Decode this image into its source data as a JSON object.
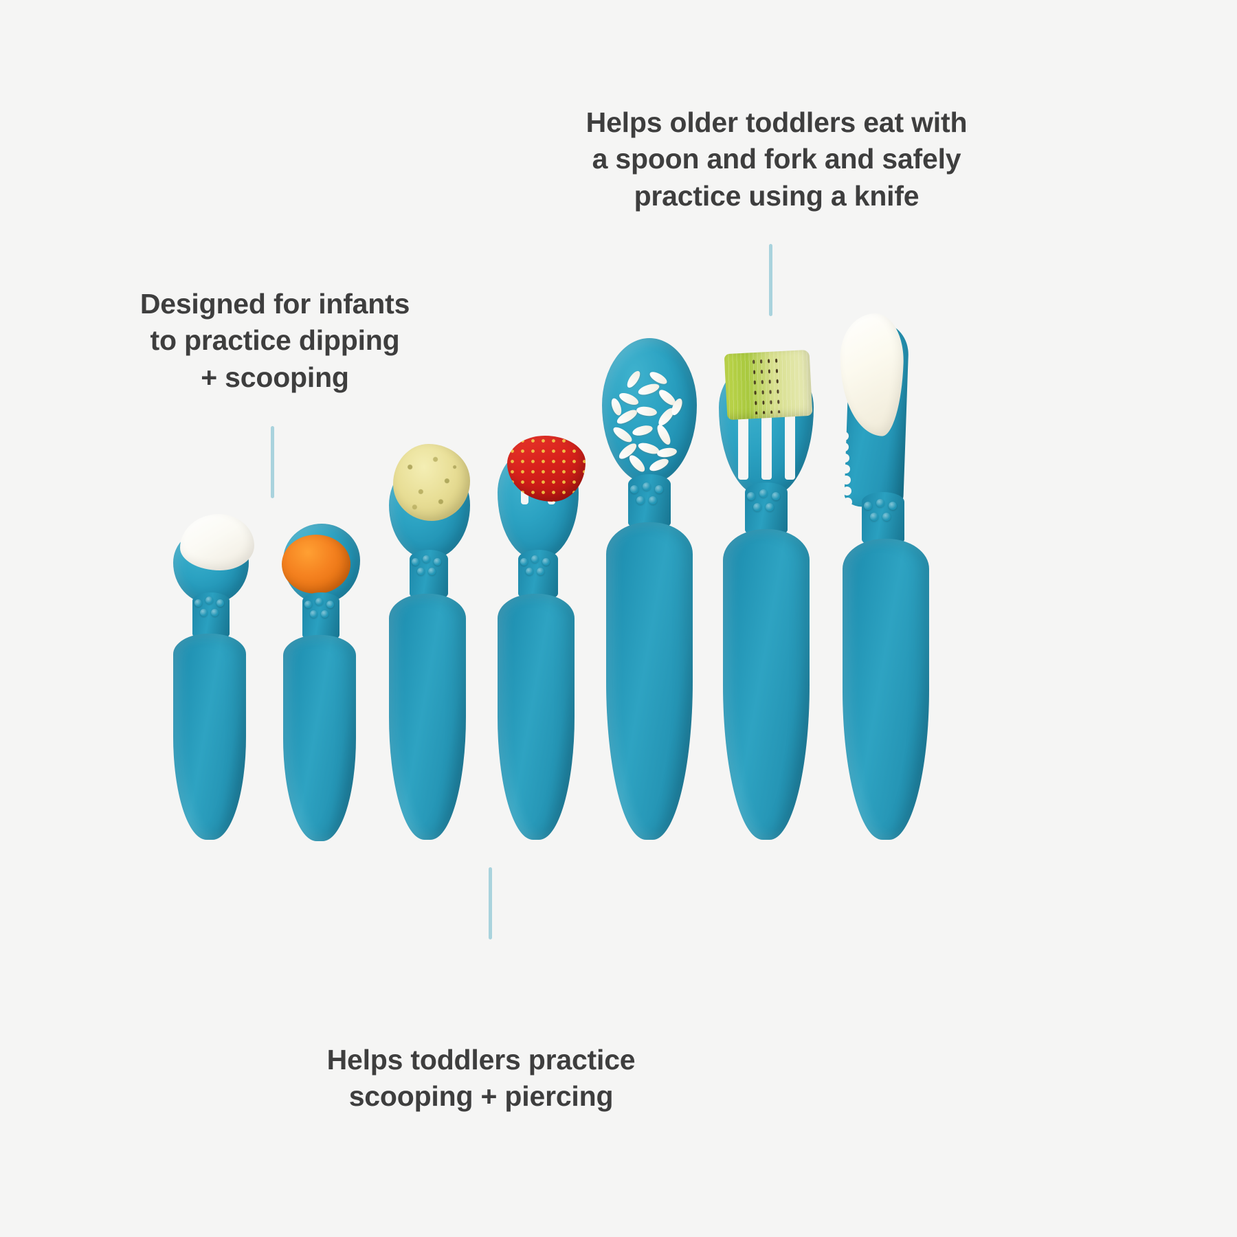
{
  "meta": {
    "background_color": "#f5f5f4",
    "text_color": "#3e3e3e",
    "utensil_color": "#2196b6",
    "connector_color": "#a9d3dd"
  },
  "callouts": [
    {
      "id": "infants",
      "text": "Designed for infants\nto practice dipping\n+ scooping",
      "points_to": "infant-spoon-set"
    },
    {
      "id": "older",
      "text": "Helps older toddlers eat with\na spoon and fork and safely\npractice using a knife",
      "points_to": "older-toddler-set"
    },
    {
      "id": "toddlers",
      "text": "Helps toddlers practice\nscooping + piercing",
      "points_to": "toddler-set"
    }
  ],
  "utensils": [
    {
      "name": "infant-spoon-1",
      "type": "spoon",
      "stage": "infant",
      "food": "yogurt"
    },
    {
      "name": "infant-spoon-2",
      "type": "spoon",
      "stage": "infant",
      "food": "carrot-puree"
    },
    {
      "name": "toddler-spoon",
      "type": "spoon",
      "stage": "toddler",
      "food": "egg-salad"
    },
    {
      "name": "toddler-fork",
      "type": "fork",
      "stage": "toddler",
      "food": "strawberry"
    },
    {
      "name": "older-spoon",
      "type": "spoon",
      "stage": "older",
      "food": "rice"
    },
    {
      "name": "older-fork",
      "type": "fork",
      "stage": "older",
      "food": "kiwi"
    },
    {
      "name": "older-knife",
      "type": "knife",
      "stage": "older",
      "food": "cream-cheese"
    }
  ]
}
